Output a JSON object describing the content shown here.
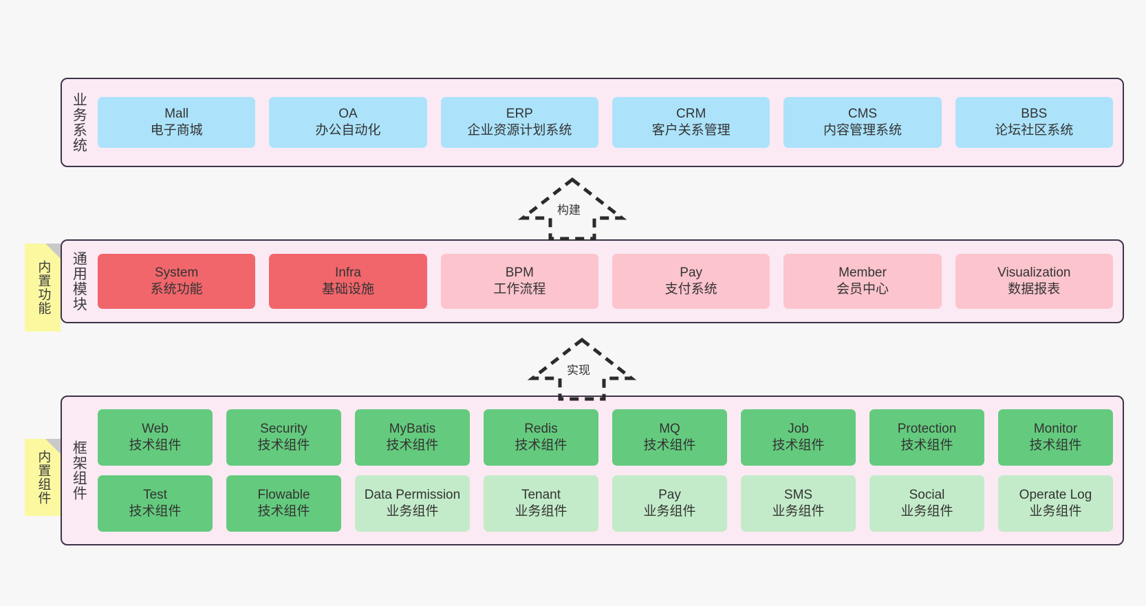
{
  "diagram": {
    "background_color": "#f7f7f7",
    "band_fill": "#fbeaf4",
    "band_border": "#3d3347",
    "note_color": "#fbf8a0"
  },
  "bands": [
    {
      "id": "business",
      "title": "业务系统",
      "cell_color": "#ace3fb",
      "rows": [
        [
          {
            "en": "Mall",
            "cn": "电子商城"
          },
          {
            "en": "OA",
            "cn": "办公自动化"
          },
          {
            "en": "ERP",
            "cn": "企业资源计划系统"
          },
          {
            "en": "CRM",
            "cn": "客户关系管理"
          },
          {
            "en": "CMS",
            "cn": "内容管理系统"
          },
          {
            "en": "BBS",
            "cn": "论坛社区系统"
          }
        ]
      ]
    },
    {
      "id": "common",
      "title": "通用模块",
      "rows": [
        [
          {
            "en": "System",
            "cn": "系统功能",
            "color": "#f1666b"
          },
          {
            "en": "Infra",
            "cn": "基础设施",
            "color": "#f1666b"
          },
          {
            "en": "BPM",
            "cn": "工作流程",
            "color": "#fcc4cd"
          },
          {
            "en": "Pay",
            "cn": "支付系统",
            "color": "#fcc4cd"
          },
          {
            "en": "Member",
            "cn": "会员中心",
            "color": "#fcc4cd"
          },
          {
            "en": "Visualization",
            "cn": "数据报表",
            "color": "#fcc4cd"
          }
        ]
      ]
    },
    {
      "id": "framework",
      "title": "框架组件",
      "rows": [
        [
          {
            "en": "Web",
            "cn": "技术组件",
            "color": "#64cb7e"
          },
          {
            "en": "Security",
            "cn": "技术组件",
            "color": "#64cb7e"
          },
          {
            "en": "MyBatis",
            "cn": "技术组件",
            "color": "#64cb7e"
          },
          {
            "en": "Redis",
            "cn": "技术组件",
            "color": "#64cb7e"
          },
          {
            "en": "MQ",
            "cn": "技术组件",
            "color": "#64cb7e"
          },
          {
            "en": "Job",
            "cn": "技术组件",
            "color": "#64cb7e"
          },
          {
            "en": "Protection",
            "cn": "技术组件",
            "color": "#64cb7e"
          },
          {
            "en": "Monitor",
            "cn": "技术组件",
            "color": "#64cb7e"
          }
        ],
        [
          {
            "en": "Test",
            "cn": "技术组件",
            "color": "#64cb7e"
          },
          {
            "en": "Flowable",
            "cn": "技术组件",
            "color": "#64cb7e"
          },
          {
            "en": "Data Permission",
            "cn": "业务组件",
            "color": "#c3ebc9"
          },
          {
            "en": "Tenant",
            "cn": "业务组件",
            "color": "#c3ebc9"
          },
          {
            "en": "Pay",
            "cn": "业务组件",
            "color": "#c3ebc9"
          },
          {
            "en": "SMS",
            "cn": "业务组件",
            "color": "#c3ebc9"
          },
          {
            "en": "Social",
            "cn": "业务组件",
            "color": "#c3ebc9"
          },
          {
            "en": "Operate Log",
            "cn": "业务组件",
            "color": "#c3ebc9"
          }
        ]
      ]
    }
  ],
  "notes": [
    {
      "id": "common",
      "label": "内置功能"
    },
    {
      "id": "framework",
      "label": "内置组件"
    }
  ],
  "arrows": [
    {
      "id": "build",
      "label": "构建",
      "style": "dashed-hollow-up"
    },
    {
      "id": "impl",
      "label": "实现",
      "style": "dashed-hollow-up"
    }
  ]
}
